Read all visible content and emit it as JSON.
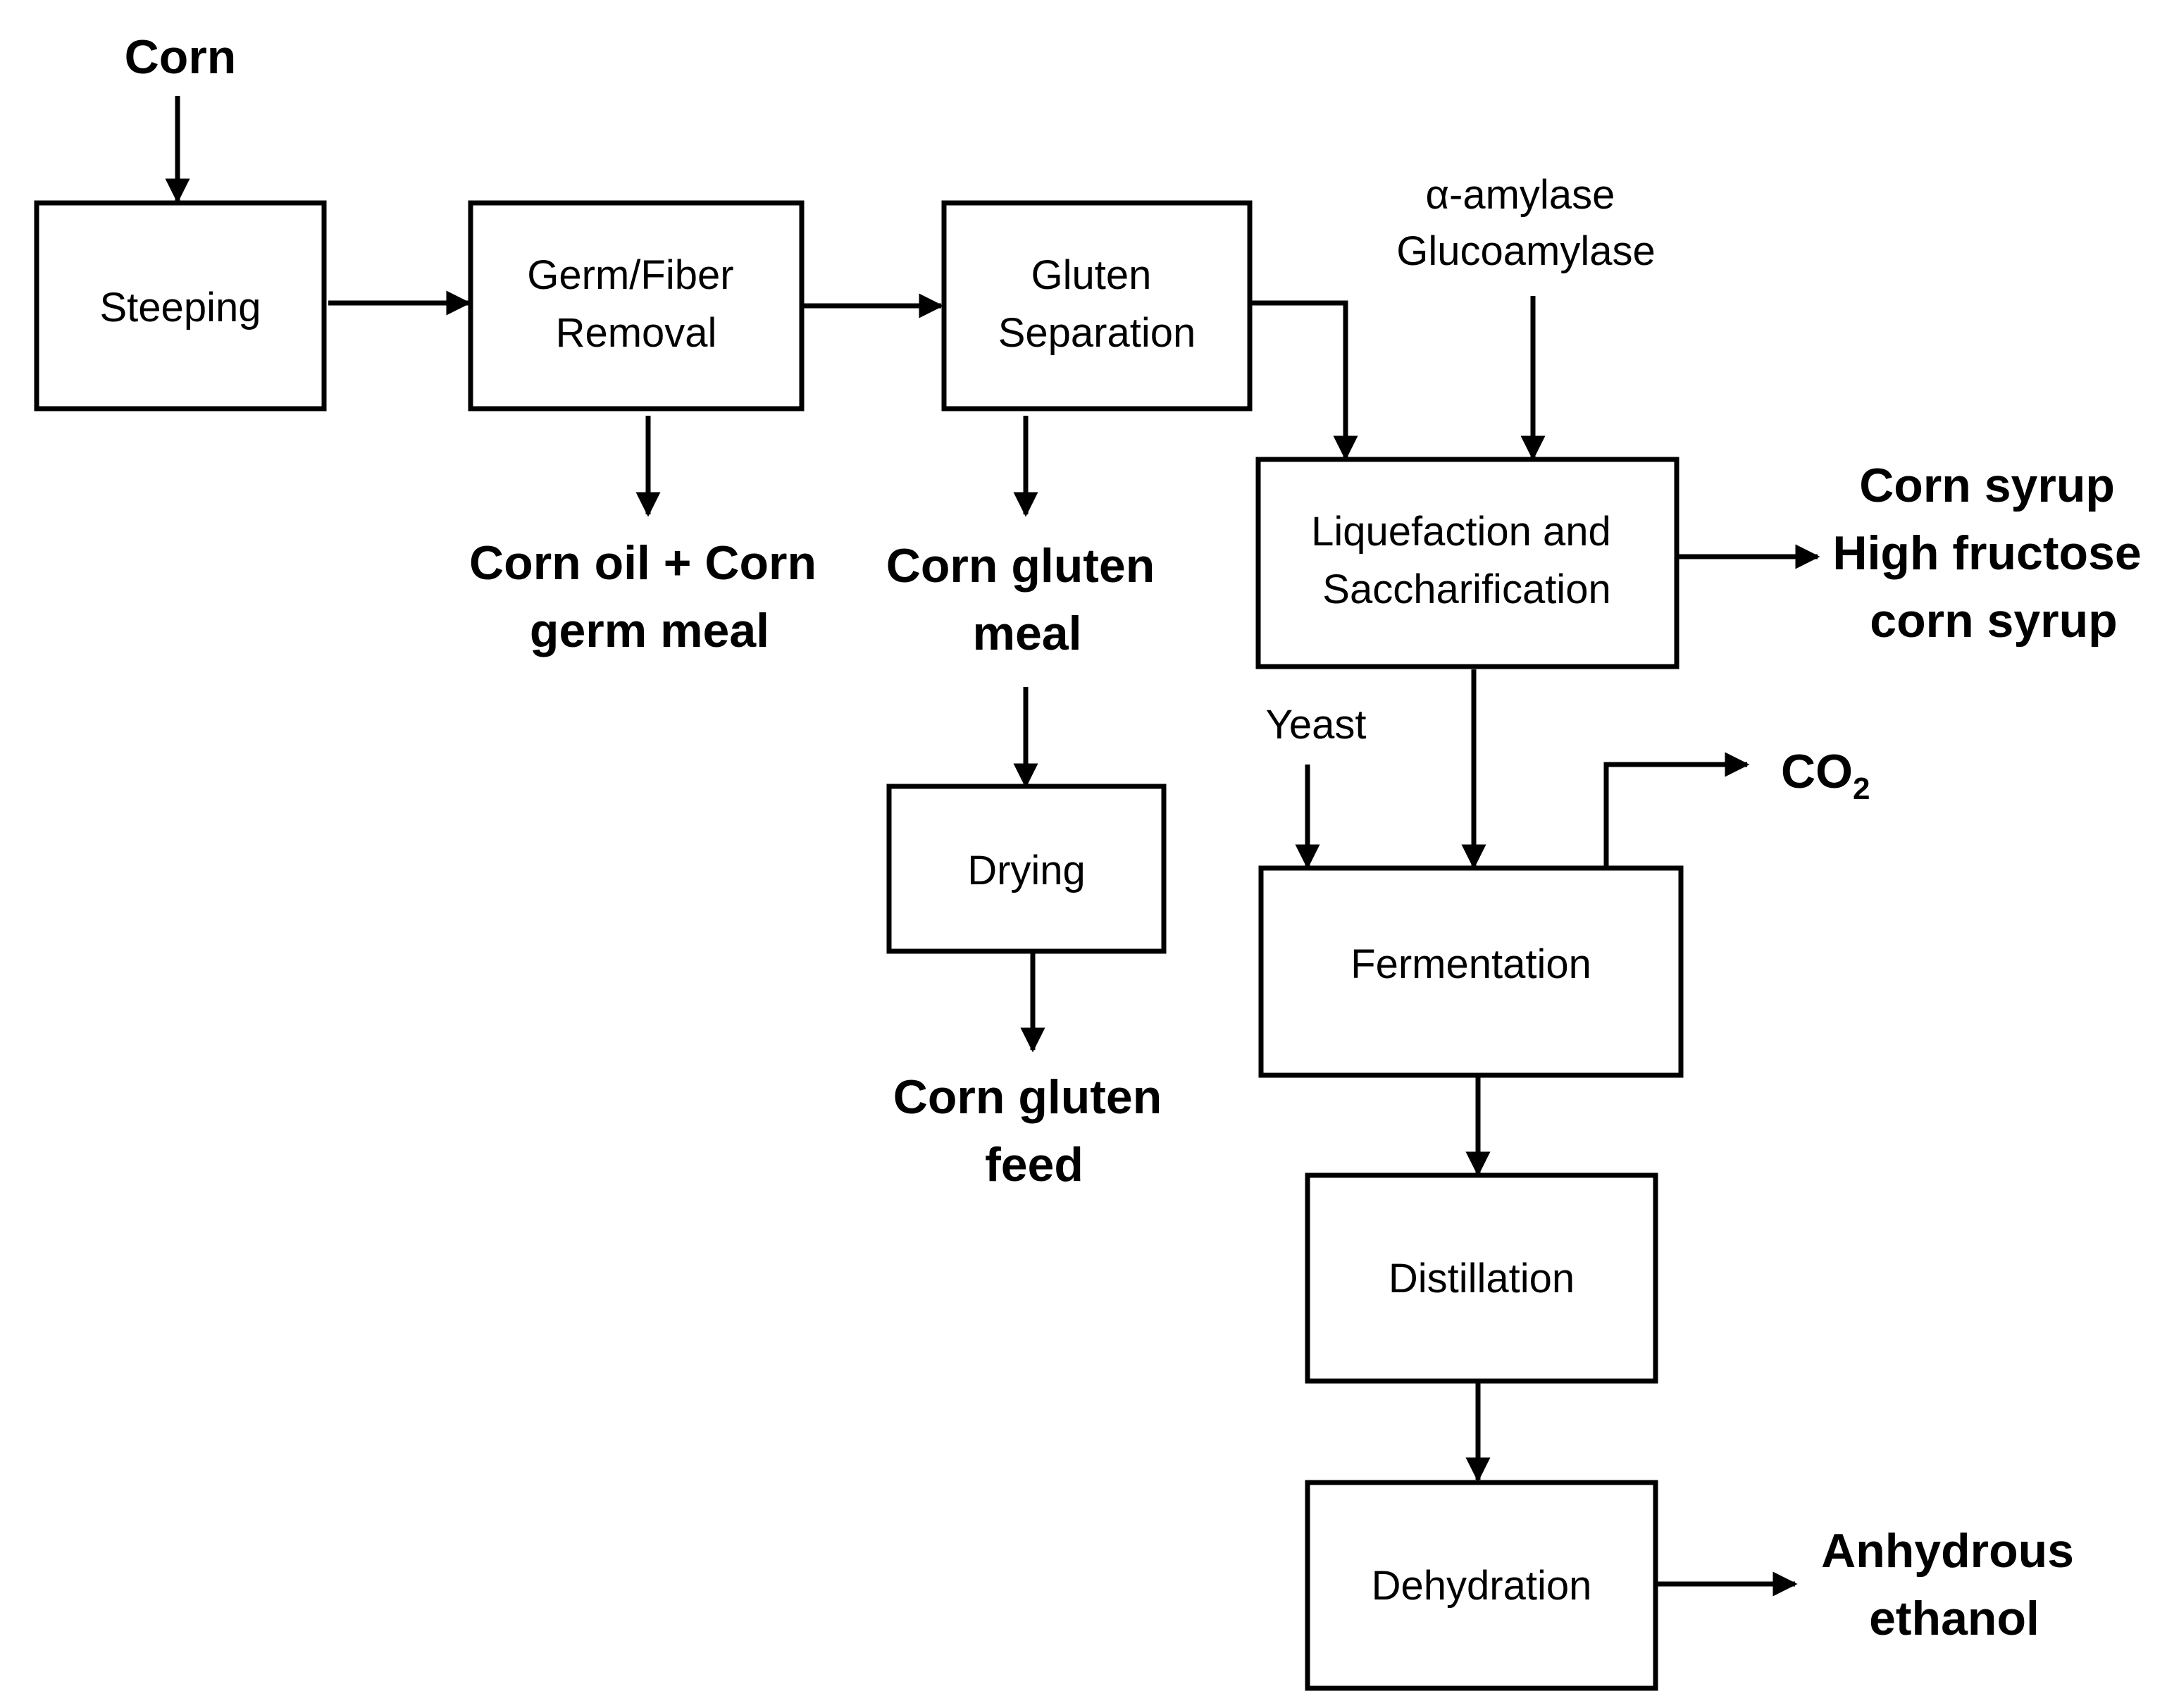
{
  "nodes": {
    "steeping": "Steeping",
    "germ_fiber_removal": [
      "Germ/Fiber",
      "Removal"
    ],
    "gluten_separation": [
      "Gluten",
      "Separation"
    ],
    "liquefaction_saccharification": [
      "Liquefaction and",
      "Saccharification"
    ],
    "drying": "Drying",
    "fermentation": "Fermentation",
    "distillation": "Distillation",
    "dehydration": "Dehydration"
  },
  "inputs": {
    "corn": "Corn",
    "enzymes": [
      "α-amylase",
      "Glucoamylase"
    ],
    "yeast": "Yeast"
  },
  "products": {
    "corn_oil_germ_meal": [
      "Corn oil + Corn",
      "germ meal"
    ],
    "corn_gluten_meal": [
      "Corn gluten",
      "meal"
    ],
    "corn_gluten_feed": [
      "Corn gluten",
      "feed"
    ],
    "syrups": [
      "Corn syrup",
      "High fructose",
      "corn syrup"
    ],
    "co2": {
      "main": "CO",
      "subscript": "2"
    },
    "anhydrous_ethanol": [
      "Anhydrous",
      "ethanol"
    ]
  },
  "colors": {
    "stroke": "#000000",
    "background": "#ffffff"
  }
}
